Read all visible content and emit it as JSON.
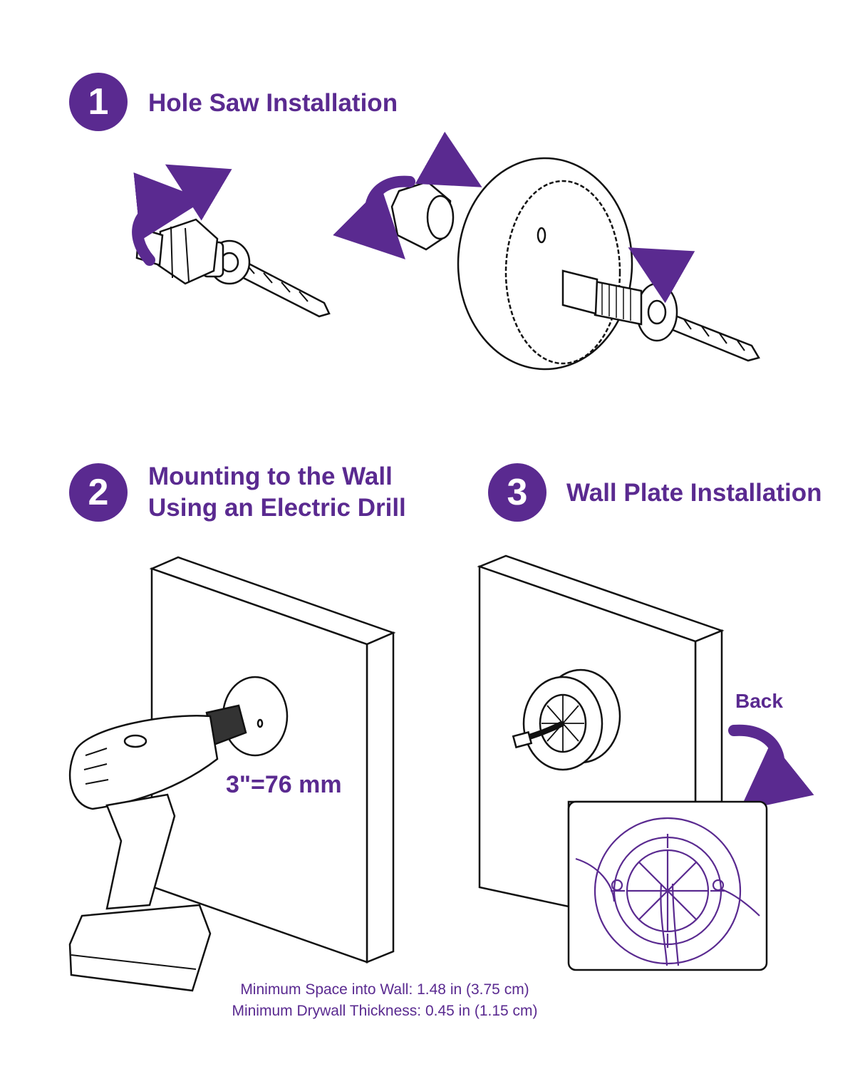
{
  "steps": [
    {
      "number": "1",
      "title": "Hole Saw Installation"
    },
    {
      "number": "2",
      "title_line1": "Mounting to the Wall",
      "title_line2": "Using an Electric Drill"
    },
    {
      "number": "3",
      "title": "Wall Plate Installation"
    }
  ],
  "annotations": {
    "diameter": "3\"=76 mm",
    "back": "Back"
  },
  "notes": {
    "min_space": "Minimum Space into Wall: 1.48 in (3.75 cm)",
    "min_drywall": "Minimum Drywall Thickness: 0.45 in (1.15 cm)"
  },
  "colors": {
    "accent": "#5a2a90",
    "line": "#111111"
  }
}
